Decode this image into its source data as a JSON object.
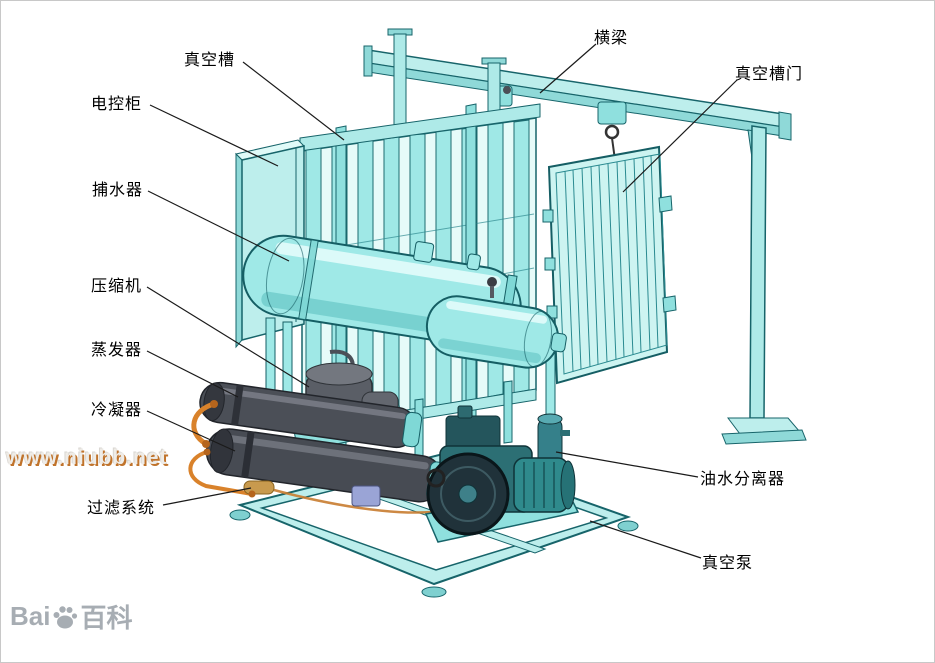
{
  "labels": {
    "crossbeam": "横梁",
    "vacuum_chamber": "真空槽",
    "vacuum_chamber_door": "真空槽门",
    "control_cabinet": "电控柜",
    "water_trap": "捕水器",
    "compressor": "压缩机",
    "evaporator": "蒸发器",
    "condenser": "冷凝器",
    "filter_system": "过滤系统",
    "oil_water_separator": "油水分离器",
    "vacuum_pump": "真空泵"
  },
  "watermark": "www.niubb.net",
  "logo": {
    "latin": "Bai",
    "cjk": "百科"
  },
  "colors": {
    "machine_cyan": "#9fe9e7",
    "machine_cyan_light": "#cdf4f1",
    "outline_teal": "#17646a",
    "dark_metal": "#4b4f57",
    "pump_teal": "#2c6f74",
    "pipe_orange": "#d9822b",
    "label_text": "#000000",
    "watermark_orange": "#c0732b",
    "logo_gray": "#a7adb3"
  }
}
